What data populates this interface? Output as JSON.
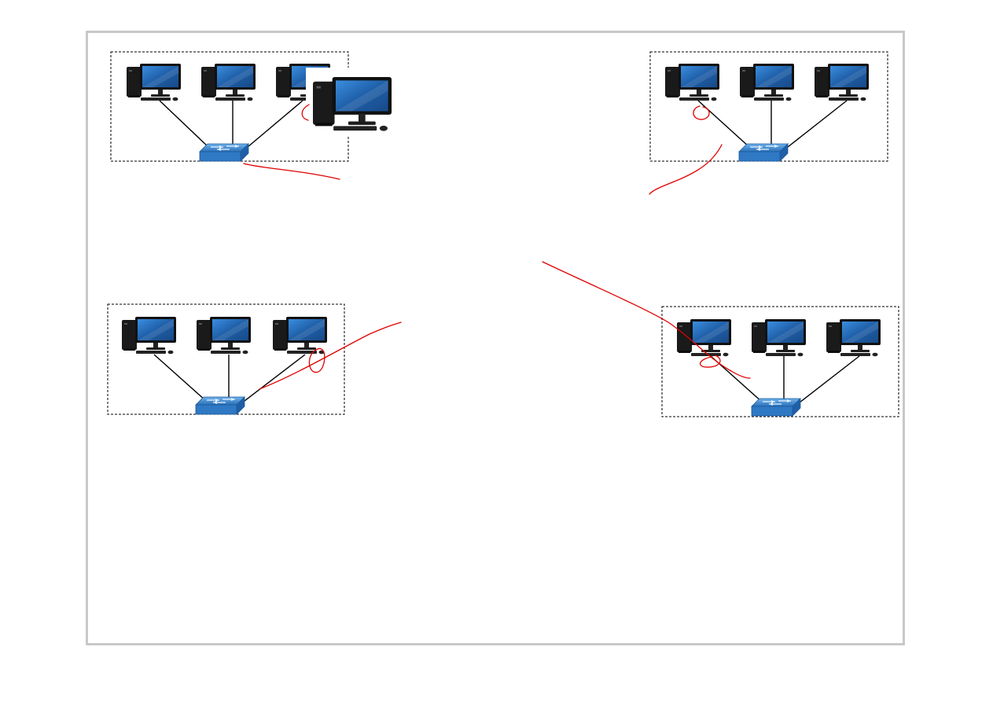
{
  "diagram": {
    "description_free": true,
    "lan_groups": [
      {
        "id": "top-left",
        "computers": 3,
        "switch": "network-switch-icon"
      },
      {
        "id": "top-right",
        "computers": 3,
        "switch": "network-switch-icon"
      },
      {
        "id": "bottom-left",
        "computers": 3,
        "switch": "network-switch-icon"
      },
      {
        "id": "bottom-right",
        "computers": 3,
        "switch": "network-switch-icon"
      }
    ],
    "overlay": {
      "icon": "desktop-computer-icon"
    },
    "colors": {
      "frame": "#c8c8c8",
      "group_border": "#000000",
      "link": "#000000",
      "annotation": "#e00000",
      "switch": "#2f78c4",
      "screen": "#1f5fa8",
      "tower": "#1a1a1a"
    }
  }
}
